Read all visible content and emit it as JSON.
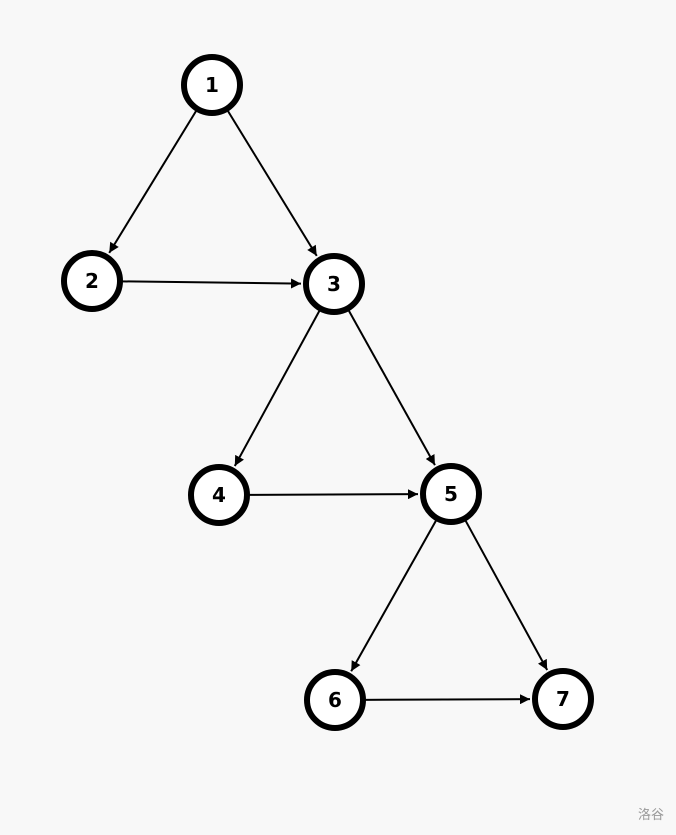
{
  "graph": {
    "nodes": [
      {
        "id": "1",
        "label": "1"
      },
      {
        "id": "2",
        "label": "2"
      },
      {
        "id": "3",
        "label": "3"
      },
      {
        "id": "4",
        "label": "4"
      },
      {
        "id": "5",
        "label": "5"
      },
      {
        "id": "6",
        "label": "6"
      },
      {
        "id": "7",
        "label": "7"
      }
    ],
    "edges": [
      {
        "from": "1",
        "to": "2"
      },
      {
        "from": "1",
        "to": "3"
      },
      {
        "from": "2",
        "to": "3"
      },
      {
        "from": "3",
        "to": "4"
      },
      {
        "from": "3",
        "to": "5"
      },
      {
        "from": "4",
        "to": "5"
      },
      {
        "from": "5",
        "to": "6"
      },
      {
        "from": "5",
        "to": "7"
      },
      {
        "from": "6",
        "to": "7"
      }
    ],
    "node_stroke_color": "#000000",
    "node_fill_color": "#ffffff",
    "edge_color": "#000000"
  },
  "watermark": "洛谷"
}
